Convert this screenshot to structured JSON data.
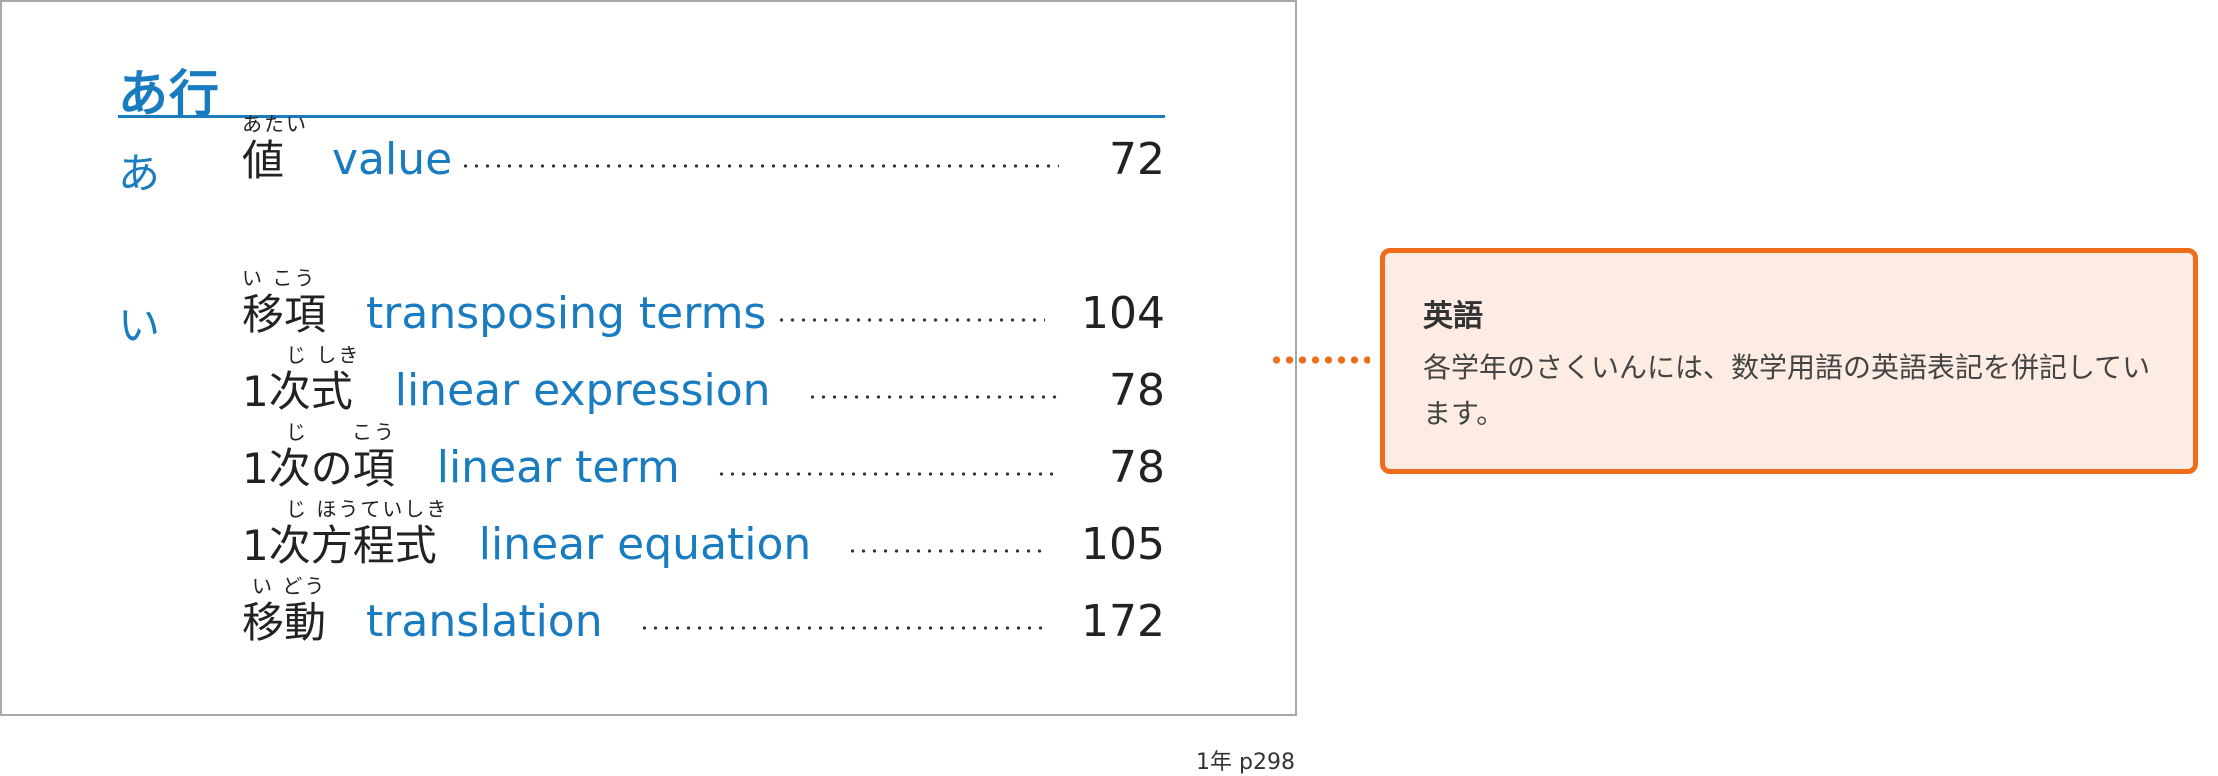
{
  "section": {
    "title": "あ行"
  },
  "groups": [
    {
      "kana": "あ",
      "entries": [
        {
          "reading": "あたい",
          "term": "値",
          "english": "value",
          "page": "72"
        }
      ]
    },
    {
      "kana": "い",
      "entries": [
        {
          "reading": "い こう",
          "term": "移項",
          "english": "transposing terms",
          "page": "104"
        },
        {
          "reading": "じ しき",
          "term": "1次式",
          "english": "linear expression",
          "page": "78"
        },
        {
          "reading": "じ　　こう",
          "term": "1次の項",
          "english": "linear term",
          "page": "78"
        },
        {
          "reading": "じ ほうていしき",
          "term": "1次方程式",
          "english": "linear equation",
          "page": "105"
        },
        {
          "reading": "い どう",
          "term": "移動",
          "english": "translation",
          "page": "172"
        }
      ]
    }
  ],
  "callout": {
    "title": "英語",
    "body": "各学年のさくいんには、数学用語の英語表記を併記しています。"
  },
  "caption": "1年 p298",
  "colors": {
    "accent": "#1a7cc0",
    "callout_border": "#ee6d1b",
    "callout_bg": "#fcece3"
  }
}
